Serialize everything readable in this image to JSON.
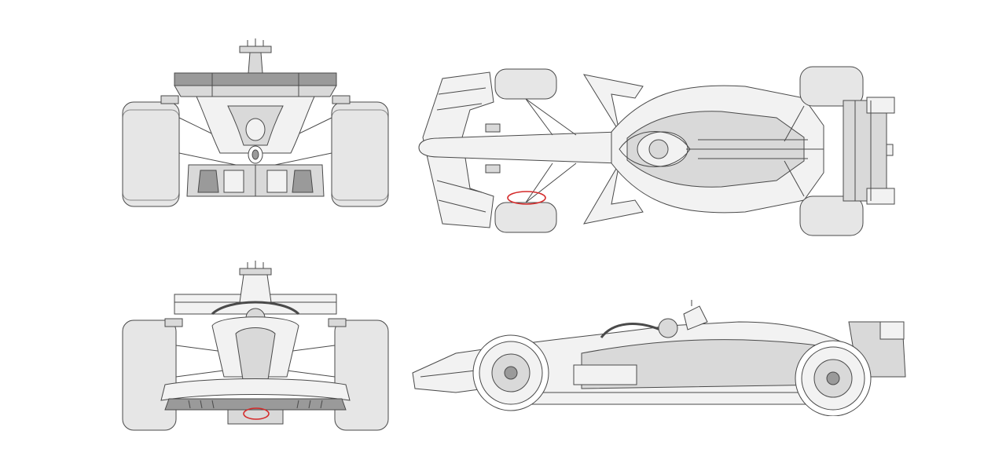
{
  "page": {
    "background": "#ffffff"
  },
  "colors": {
    "line": "#4a4a4a",
    "fill_light": "#f2f2f2",
    "fill_mid": "#d9d9d9",
    "fill_dark": "#9a9a9a",
    "tyre": "#e6e6e6",
    "highlight": "#d42a2a"
  },
  "views": [
    {
      "id": "rear-view"
    },
    {
      "id": "top-view"
    },
    {
      "id": "front-view"
    },
    {
      "id": "side-view"
    }
  ],
  "highlights": [
    {
      "view": "top-view",
      "marker": "red-ellipse"
    },
    {
      "view": "front-view",
      "marker": "red-ellipse"
    }
  ]
}
